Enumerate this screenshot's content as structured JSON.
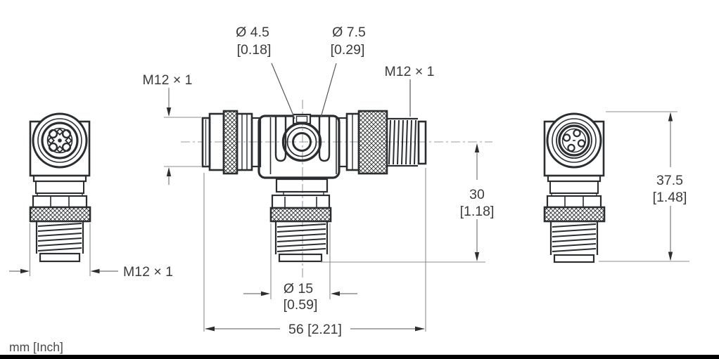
{
  "drawing": {
    "kind": "technical-dimension-drawing",
    "units_note": "mm [Inch]"
  },
  "thread_labels": {
    "center_left_port": "M12 × 1",
    "center_right_port": "M12 × 1",
    "left_view_stud": "M12 × 1"
  },
  "dims": {
    "hole_small": {
      "mm": "Ø 4.5",
      "inch": "[0.18]"
    },
    "hole_large": {
      "mm": "Ø 7.5",
      "inch": "[0.29]"
    },
    "drop_height": {
      "mm": "30",
      "inch": "[1.18]"
    },
    "stud_diameter": {
      "mm": "Ø 15",
      "inch": "[0.59]"
    },
    "overall_length": {
      "combined": "56 [2.21]"
    },
    "overall_height": {
      "mm": "37.5",
      "inch": "[1.48]"
    }
  },
  "colors": {
    "line": "#2b2e30",
    "dimension": "#77787b",
    "text": "#3b3b3c",
    "footer_bar": "#000000",
    "background": "#ffffff"
  }
}
